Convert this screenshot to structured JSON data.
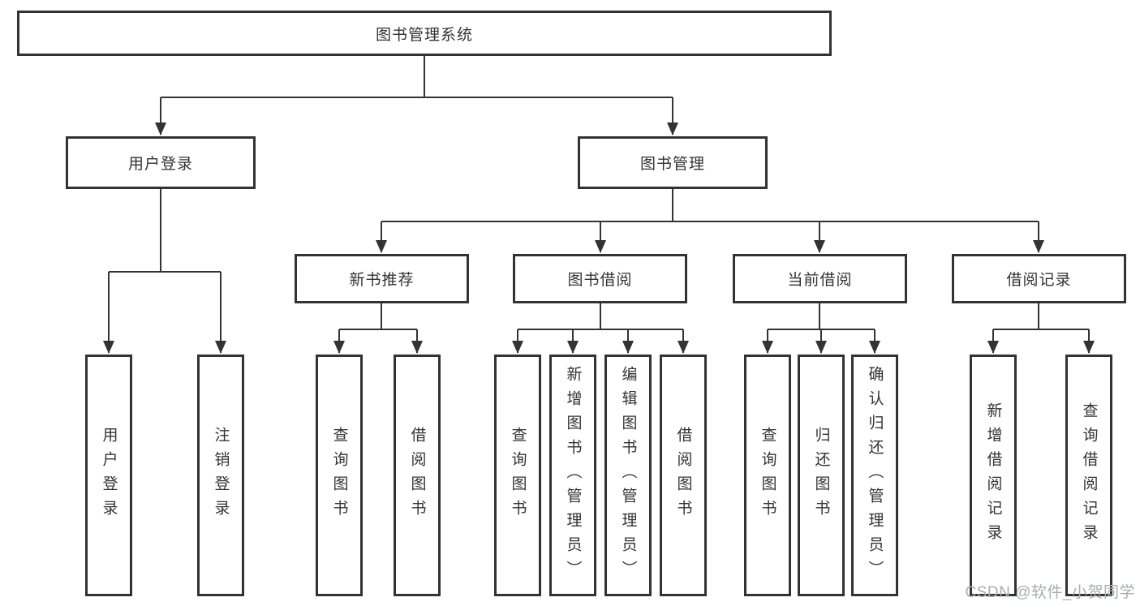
{
  "diagram_title": "图书管理系统",
  "tree": {
    "root": {
      "label": "图书管理系统"
    },
    "branches": [
      {
        "label": "用户登录",
        "children": [
          {
            "label": "用户登录"
          },
          {
            "label": "注销登录"
          }
        ]
      },
      {
        "label": "图书管理",
        "children": [
          {
            "label": "新书推荐",
            "children": [
              {
                "label": "查询图书"
              },
              {
                "label": "借阅图书"
              }
            ]
          },
          {
            "label": "图书借阅",
            "children": [
              {
                "label": "查询图书"
              },
              {
                "label": "新增图书（管理员）"
              },
              {
                "label": "编辑图书（管理员）"
              },
              {
                "label": "借阅图书"
              }
            ]
          },
          {
            "label": "当前借阅",
            "children": [
              {
                "label": "查询图书"
              },
              {
                "label": "归还图书"
              },
              {
                "label": "确认归还（管理员）"
              }
            ]
          },
          {
            "label": "借阅记录",
            "children": [
              {
                "label": "新增借阅记录"
              },
              {
                "label": "查询借阅记录"
              }
            ]
          }
        ]
      }
    ]
  },
  "watermark": "CSDN @软件_小贺同学",
  "colors": {
    "line": "#333333",
    "box_border": "#333333",
    "box_fill": "#ffffff",
    "text": "#333333",
    "watermark": "#a9adb2"
  }
}
